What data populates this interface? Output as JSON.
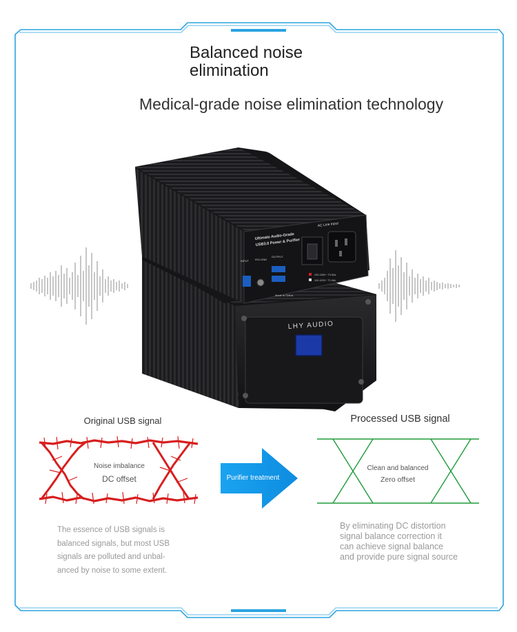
{
  "heading": {
    "title_line1": "Balanced noise",
    "title_line2": "elimination",
    "subtitle": "Medical-grade noise elimination technology"
  },
  "device": {
    "brand": "LHY AUDIO",
    "panel_title_line1": "Ultimate Audio-Grade",
    "panel_title_line2": "USB3.0 Power & Purifier",
    "ac_label": "AC Line Input",
    "input_label": "INPUT",
    "isogrd_label": "ISO-GND",
    "output_label": "OUTPUT",
    "rating1": "220-240V~  T0.5AL",
    "rating2": "110-120V~  T1.0AL",
    "made_in": "Made in China",
    "accent_color": "#1b3aa8"
  },
  "comparison": {
    "original_label": "Original USB signal",
    "processed_label": "Processed USB signal",
    "noise_line1": "Noise imbalance",
    "noise_line2": "DC offset",
    "arrow_label": "Purifier treatment",
    "clean_line1": "Clean and balanced",
    "clean_line2": "Zero offset",
    "noise_color": "#d81e1e",
    "clean_color": "#1e9a3a",
    "arrow_color": "#1aa3f0"
  },
  "descriptions": {
    "left": [
      "The essence of USB signals is",
      "balanced signals, but most USB",
      "signals are polluted and unbal-",
      "anced by noise to some extent."
    ],
    "right": [
      "By eliminating DC distortion",
      "signal balance correction it",
      "can achieve signal balance",
      "and provide pure signal source"
    ]
  },
  "frame_color": "#2aa3e0"
}
